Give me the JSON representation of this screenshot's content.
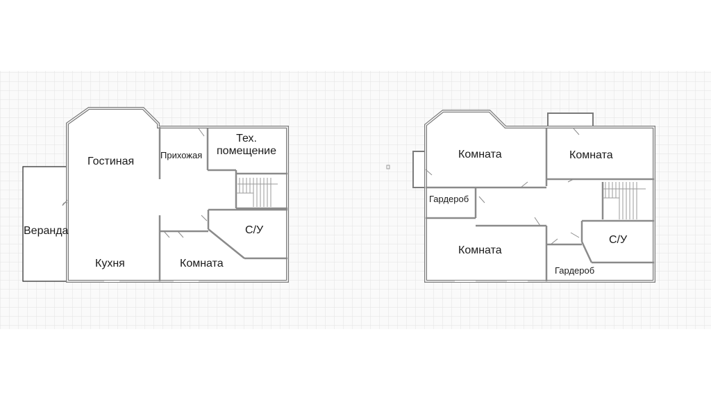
{
  "floor1": {
    "rooms": {
      "veranda": "Веранда",
      "living": "Гостиная",
      "kitchen": "Кухня",
      "hall": "Прихожая",
      "tech_line1": "Тех.",
      "tech_line2": "помещение",
      "bathroom": "С/У",
      "room": "Комната"
    }
  },
  "floor2": {
    "rooms": {
      "room_top_left": "Комната",
      "room_top_right": "Комната",
      "wardrobe_left": "Гардероб",
      "room_bottom_left": "Комната",
      "bathroom": "С/У",
      "wardrobe_right": "Гардероб"
    }
  },
  "colors": {
    "background": "#ffffff",
    "grid": "#e3e3e3",
    "grid_panel": "#fafafa",
    "wall": "#7a7a7a",
    "veranda_outline": "#222222",
    "text": "#1a1a1a"
  }
}
